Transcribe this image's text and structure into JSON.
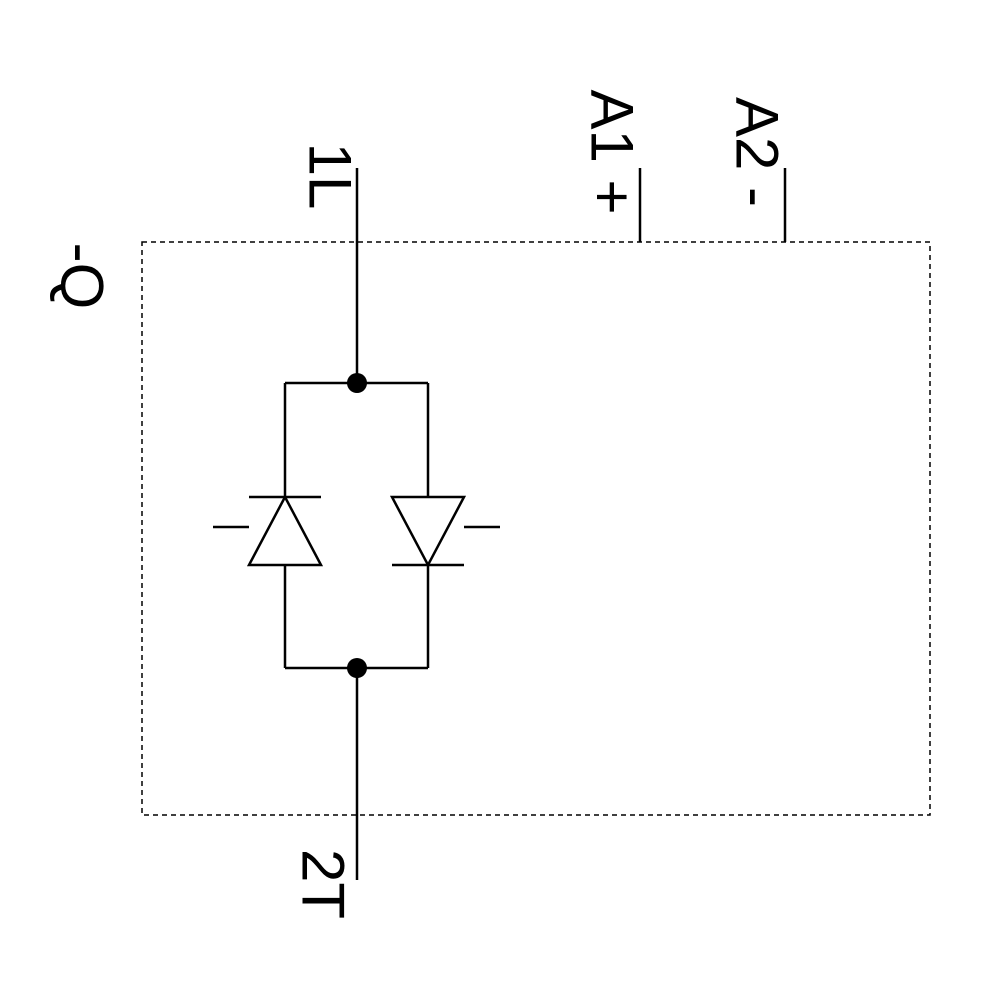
{
  "diagram": {
    "type": "electrical-schematic",
    "description": "solid-state switching device with two antiparallel thyristors inside a dashed device boundary",
    "device_label": "-Q",
    "terminals": {
      "line_in": "1L",
      "load_out": "2T",
      "control_plus": "A1 +",
      "control_minus": "A2 -"
    },
    "colors": {
      "line": "#000000",
      "background": "#ffffff"
    }
  }
}
